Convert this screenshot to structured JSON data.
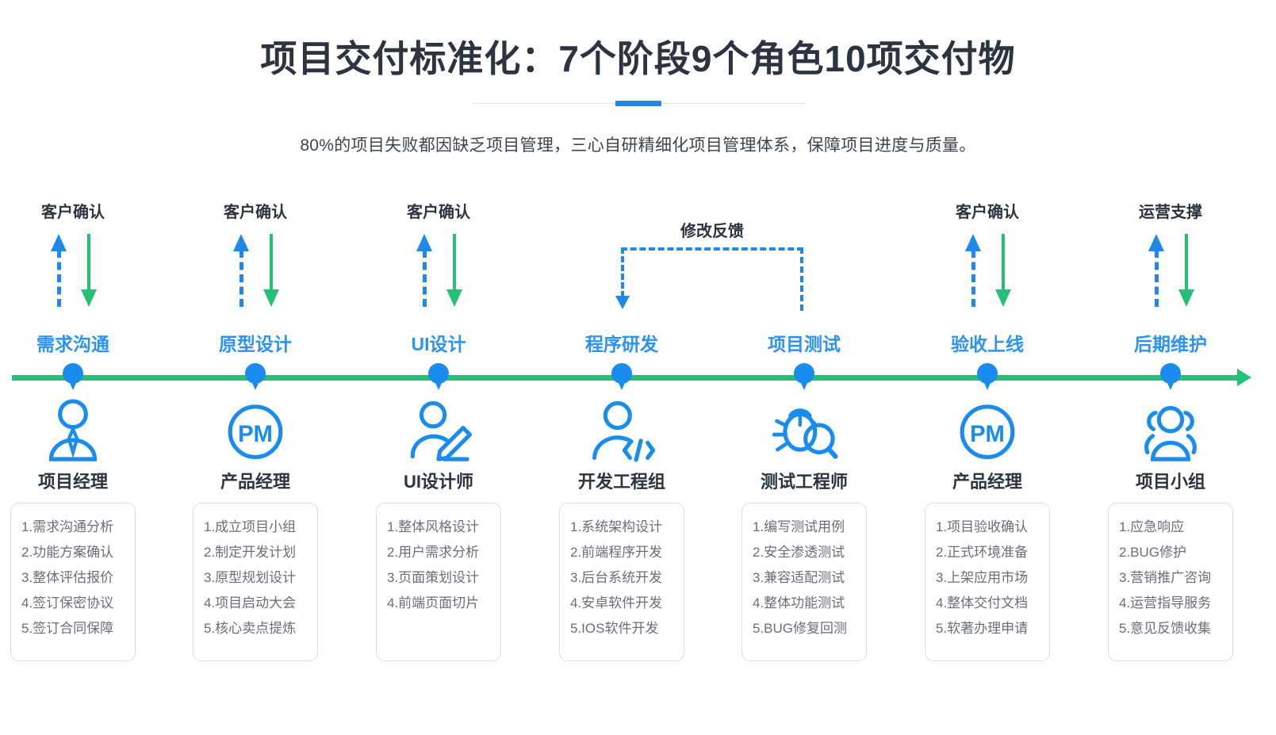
{
  "header": {
    "title": "项目交付标准化：7个阶段9个角色10项交付物",
    "subtitle": "80%的项目失败都因缺乏项目管理，三心自研精细化项目管理体系，保障项目进度与质量。"
  },
  "feedback": {
    "label": "修改反馈"
  },
  "colors": {
    "accent_blue": "#2089e8",
    "stage_blue": "#2a93f5",
    "timeline_green": "#22c176",
    "title_dark": "#2b3440",
    "deliverable_gray": "#6a6f76",
    "card_border": "#dcdfe3"
  },
  "stages": [
    {
      "actor_label": "客户确认",
      "has_arrows": true,
      "stage": "需求沟通",
      "role": "项目经理",
      "icon": "person-tie-icon",
      "deliverables": [
        "1.需求沟通分析",
        "2.功能方案确认",
        "3.整体评估报价",
        "4.签订保密协议",
        "5.签订合同保障"
      ]
    },
    {
      "actor_label": "客户确认",
      "has_arrows": true,
      "stage": "原型设计",
      "role": "产品经理",
      "icon": "pm-circle-icon",
      "deliverables": [
        "1.成立项目小组",
        "2.制定开发计划",
        "3.原型规划设计",
        "4.项目启动大会",
        "5.核心卖点提炼"
      ]
    },
    {
      "actor_label": "客户确认",
      "has_arrows": true,
      "stage": "UI设计",
      "role": "UI设计师",
      "icon": "designer-pen-icon",
      "deliverables": [
        "1.整体风格设计",
        "2.用户需求分析",
        "3.页面策划设计",
        "4.前端页面切片"
      ]
    },
    {
      "actor_label": "",
      "has_arrows": false,
      "stage": "程序研发",
      "role": "开发工程组",
      "icon": "developer-code-icon",
      "deliverables": [
        "1.系统架构设计",
        "2.前端程序开发",
        "3.后台系统开发",
        "4.安卓软件开发",
        "5.IOS软件开发"
      ]
    },
    {
      "actor_label": "",
      "has_arrows": false,
      "stage": "项目测试",
      "role": "测试工程师",
      "icon": "bug-search-icon",
      "deliverables": [
        "1.编写测试用例",
        "2.安全渗透测试",
        "3.兼容适配测试",
        "4.整体功能测试",
        "5.BUG修复回测"
      ]
    },
    {
      "actor_label": "客户确认",
      "has_arrows": true,
      "stage": "验收上线",
      "role": "产品经理",
      "icon": "pm-circle-icon",
      "deliverables": [
        "1.项目验收确认",
        "2.正式环境准备",
        "3.上架应用市场",
        "4.整体交付文档",
        "5.软著办理申请"
      ]
    },
    {
      "actor_label": "运营支撑",
      "has_arrows": true,
      "stage": "后期维护",
      "role": "项目小组",
      "icon": "group-people-icon",
      "deliverables": [
        "1.应急响应",
        "2.BUG修护",
        "3.营销推广咨询",
        "4.运营指导服务",
        "5.意见反馈收集"
      ]
    }
  ]
}
